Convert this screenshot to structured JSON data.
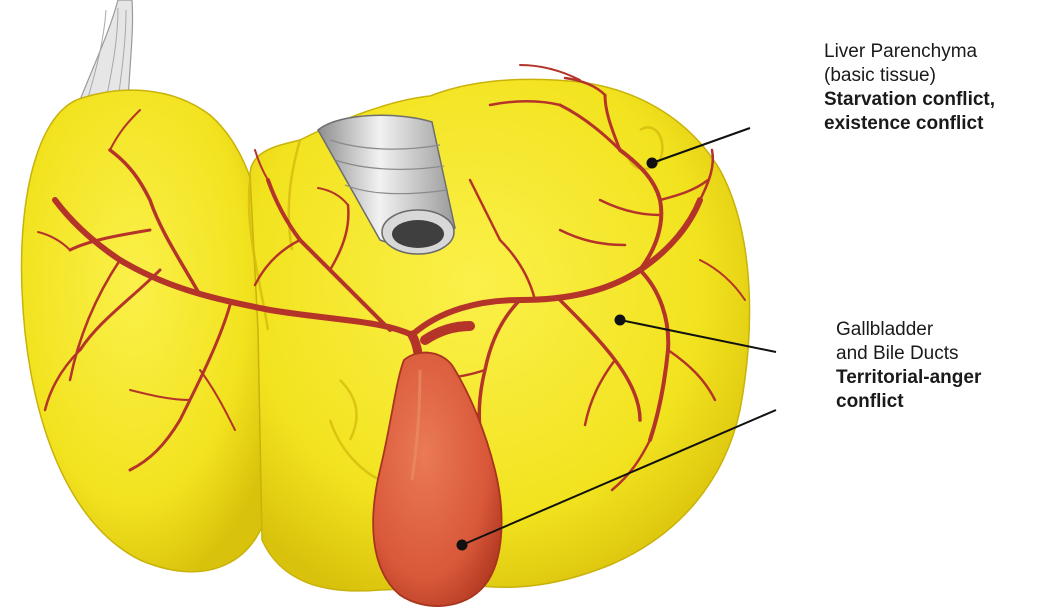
{
  "colors": {
    "liver": "#f2e31f",
    "liver_shade": "#d9c20c",
    "vessel": "#b5342a",
    "gallbladder": "#d9583a",
    "gallbladder_dark": "#b33a22",
    "leader_line": "#111111",
    "ligament": "#b9b9b9"
  },
  "labels": {
    "liver": {
      "line1": "Liver Parenchyma",
      "line2": "(basic tissue)",
      "line3": "Starvation conflict,",
      "line4": "existence conflict"
    },
    "gallbladder": {
      "line1": "Gallbladder",
      "line2": "and Bile Ducts",
      "line3": "Territorial-anger",
      "line4": "conflict"
    }
  }
}
